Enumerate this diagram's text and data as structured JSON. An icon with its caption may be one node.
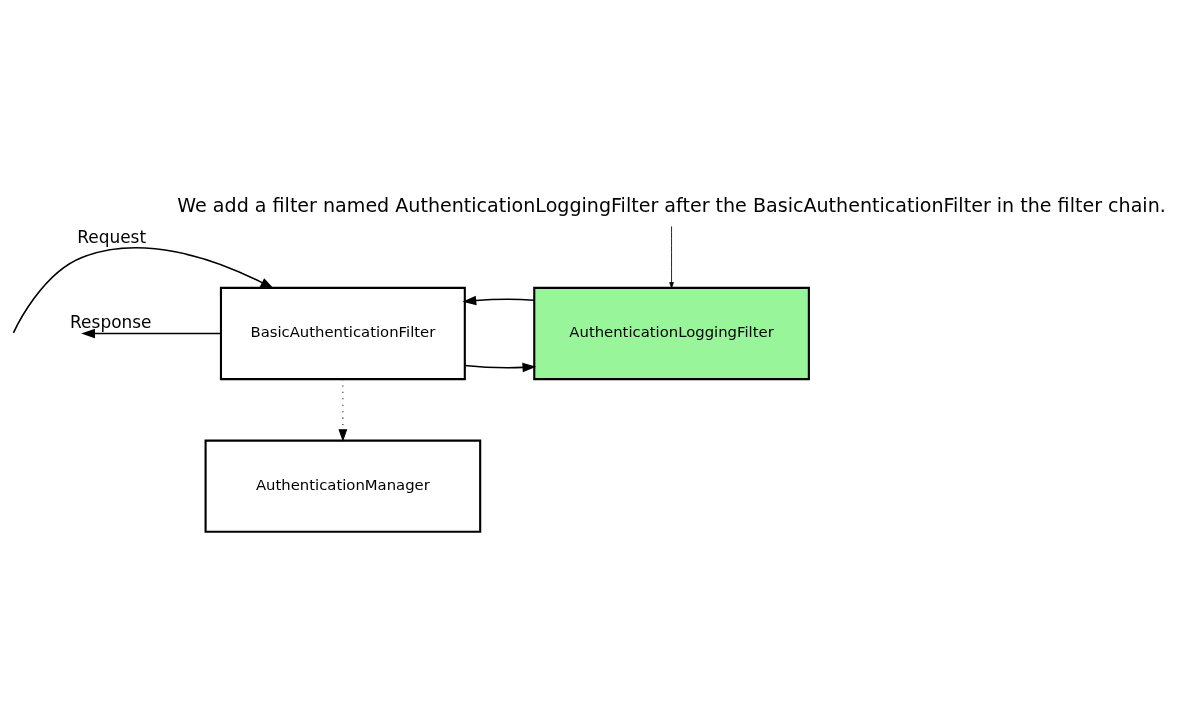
{
  "diagram": {
    "nodes": [
      {
        "text": [
          "We add a filter named AuthenticationLoggingFilter after the BasicAuthenticationFilter in the filter chain."
        ]
      },
      {
        "text": [
          "BasicAuthenticationFilter"
        ]
      },
      {
        "text": [
          "AuthenticationLoggingFilter"
        ]
      },
      {
        "text": [
          "AuthenticationManager"
        ]
      }
    ],
    "edges": [
      {
        "from": null,
        "to": 1,
        "arrow": "to",
        "label": "Request"
      },
      {
        "from": 1,
        "to": null,
        "arrow": "to",
        "label": "Response"
      },
      {
        "from": 1,
        "to": 2,
        "arrow": "to"
      },
      {
        "from": 2,
        "to": 1,
        "arrow": "to"
      },
      {
        "from": 1,
        "to": 3,
        "arrow": "to",
        "style": "dashed"
      },
      {
        "from": 0,
        "to": 2,
        "arrow": "to"
      }
    ]
  }
}
